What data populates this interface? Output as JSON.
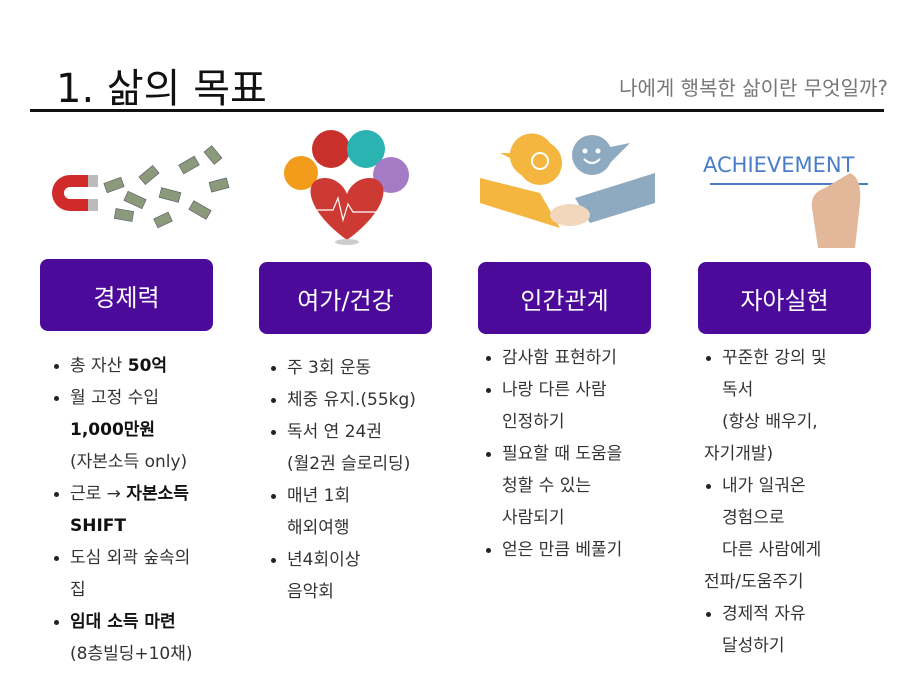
{
  "header": {
    "title": "1. 삶의 목표",
    "subtitle": "나에게 행복한 삶이란 무엇일까?"
  },
  "image_text": {
    "achievement": "ACHIEVEMENT"
  },
  "colors": {
    "box": "#4b0a99",
    "rule": "#111111"
  },
  "columns": [
    {
      "label": "경제력",
      "icon": "money-magnet-icon",
      "lines": [
        {
          "bullet": true,
          "segs": [
            {
              "t": "총 자산 "
            },
            {
              "t": "50억",
              "b": true
            }
          ]
        },
        {
          "bullet": true,
          "segs": [
            {
              "t": "월 고정 수입"
            }
          ]
        },
        {
          "indent": true,
          "segs": [
            {
              "t": "1,000만원",
              "b": true
            }
          ]
        },
        {
          "indent": true,
          "segs": [
            {
              "t": "(자본소득 only)"
            }
          ]
        },
        {
          "bullet": true,
          "segs": [
            {
              "t": "근로 → "
            },
            {
              "t": "자본소득",
              "b": true
            }
          ]
        },
        {
          "indent": true,
          "segs": [
            {
              "t": "SHIFT",
              "b": true
            }
          ]
        },
        {
          "bullet": true,
          "segs": [
            {
              "t": "도심 외곽 숲속의"
            }
          ]
        },
        {
          "indent": true,
          "segs": [
            {
              "t": "집"
            }
          ]
        },
        {
          "bullet": true,
          "segs": [
            {
              "t": "임대 소득 마련",
              "b": true
            }
          ]
        },
        {
          "indent": true,
          "segs": [
            {
              "t": "(8층빌딩+10채)"
            }
          ]
        }
      ]
    },
    {
      "label": "여가/건강",
      "icon": "heart-health-icon",
      "lines": [
        {
          "bullet": true,
          "segs": [
            {
              "t": "주 3회 운동"
            }
          ]
        },
        {
          "bullet": true,
          "segs": [
            {
              "t": "체중 유지.(55kg)"
            }
          ]
        },
        {
          "bullet": true,
          "segs": [
            {
              "t": "독서 연 24권"
            }
          ]
        },
        {
          "indent": true,
          "segs": [
            {
              "t": " (월2권 슬로리딩)"
            }
          ]
        },
        {
          "bullet": true,
          "segs": [
            {
              "t": "매년 1회"
            }
          ]
        },
        {
          "indent": true,
          "segs": [
            {
              "t": "해외여행"
            }
          ]
        },
        {
          "bullet": true,
          "segs": [
            {
              "t": "년4회이상"
            }
          ]
        },
        {
          "indent": true,
          "segs": [
            {
              "t": "음악회"
            }
          ]
        }
      ]
    },
    {
      "label": "인간관계",
      "icon": "handshake-icon",
      "lines": [
        {
          "bullet": true,
          "segs": [
            {
              "t": "감사함 표현하기"
            }
          ]
        },
        {
          "bullet": true,
          "segs": [
            {
              "t": "나랑 다른 사람"
            }
          ]
        },
        {
          "indent": true,
          "segs": [
            {
              "t": "인정하기"
            }
          ]
        },
        {
          "bullet": true,
          "segs": [
            {
              "t": "필요할 때 도움을"
            }
          ]
        },
        {
          "indent": true,
          "segs": [
            {
              "t": "청할 수 있는"
            }
          ]
        },
        {
          "indent": true,
          "segs": [
            {
              "t": "사람되기"
            }
          ]
        },
        {
          "bullet": true,
          "segs": [
            {
              "t": "얻은 만큼 베풀기"
            }
          ]
        }
      ]
    },
    {
      "label": "자아실현",
      "icon": "achievement-hand-icon",
      "lines": [
        {
          "bullet": true,
          "segs": [
            {
              "t": "꾸준한 강의 및"
            }
          ]
        },
        {
          "indent": true,
          "segs": [
            {
              "t": "독서"
            }
          ]
        },
        {
          "indent": true,
          "segs": [
            {
              "t": "(항상 배우기,"
            }
          ]
        },
        {
          "segs": [
            {
              "t": "자기개발)"
            }
          ]
        },
        {
          "bullet": true,
          "segs": [
            {
              "t": "내가 일궈온"
            }
          ]
        },
        {
          "indent": true,
          "segs": [
            {
              "t": "경험으로"
            }
          ]
        },
        {
          "indent": true,
          "segs": [
            {
              "t": "다른 사람에게"
            }
          ]
        },
        {
          "segs": [
            {
              "t": "전파/도움주기"
            }
          ]
        },
        {
          "bullet": true,
          "segs": [
            {
              "t": "경제적 자유"
            }
          ]
        },
        {
          "indent": true,
          "segs": [
            {
              "t": "달성하기"
            }
          ]
        }
      ]
    }
  ]
}
